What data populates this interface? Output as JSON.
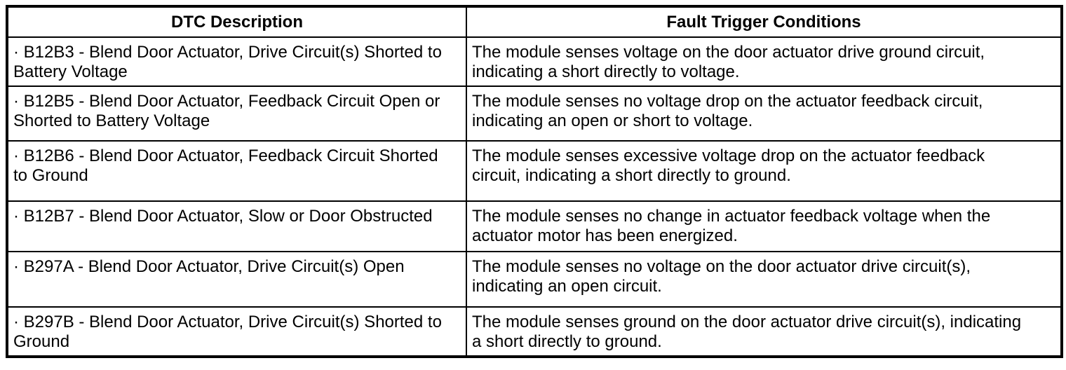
{
  "table": {
    "headers": {
      "dtc": "DTC Description",
      "fault": "Fault Trigger Conditions"
    },
    "rows": [
      {
        "dtc": "· B12B3 - Blend Door Actuator, Drive Circuit(s) Shorted to Battery Voltage",
        "fault": "The module senses voltage on the door actuator drive ground circuit, indicating a short directly to voltage."
      },
      {
        "dtc": "· B12B5 - Blend Door Actuator, Feedback Circuit Open or Shorted to Battery Voltage",
        "fault": "The module senses no voltage drop on the actuator feedback circuit, indicating an open or short to voltage."
      },
      {
        "dtc": "· B12B6 - Blend Door Actuator, Feedback Circuit Shorted to Ground",
        "fault": "The module senses excessive voltage drop on the actuator feedback circuit, indicating a short directly to ground."
      },
      {
        "dtc": "· B12B7 - Blend Door Actuator, Slow or Door Obstructed",
        "fault": "The module senses no change in actuator feedback voltage when the actuator motor has been energized."
      },
      {
        "dtc": "· B297A - Blend Door Actuator, Drive Circuit(s) Open",
        "fault": "The module senses no voltage on the door actuator drive circuit(s), indicating an open circuit."
      },
      {
        "dtc": "· B297B - Blend Door Actuator, Drive Circuit(s) Shorted to Ground",
        "fault": "The module senses ground on the door actuator drive circuit(s), indicating a short directly to ground."
      }
    ]
  },
  "colors": {
    "border": "#000000",
    "text": "#000000",
    "background": "#ffffff"
  }
}
